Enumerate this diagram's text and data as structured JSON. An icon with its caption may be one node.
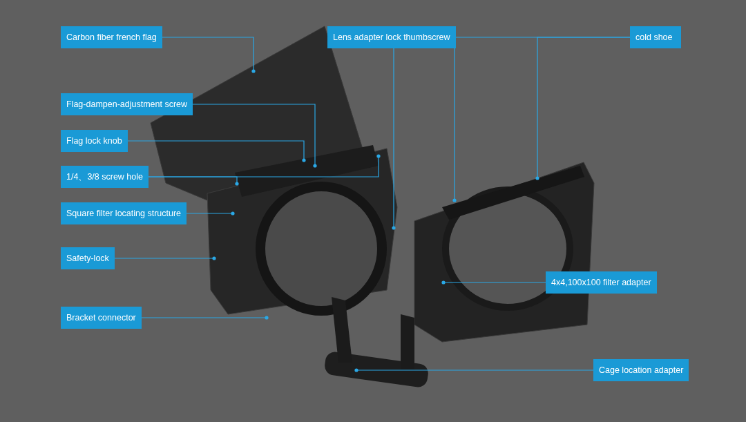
{
  "diagram": {
    "nodes": [
      {
        "text": [
          "Carbon fiber french flag"
        ]
      },
      {
        "text": [
          "Lens adapter lock thumbscrew"
        ]
      },
      {
        "text": [
          "cold shoe"
        ]
      },
      {
        "text": [
          "Flag-dampen-adjustment screw"
        ]
      },
      {
        "text": [
          "Flag lock knob"
        ]
      },
      {
        "text": [
          "1/4、3/8 screw hole"
        ]
      },
      {
        "text": [
          "Square filter locating structure"
        ]
      },
      {
        "text": [
          "Safety-lock"
        ]
      },
      {
        "text": [
          "Bracket connector"
        ]
      },
      {
        "text": [
          "4x4,100x100 filter adapter"
        ]
      },
      {
        "text": [
          "Cage location adapter"
        ]
      }
    ],
    "edges": [
      {
        "from": 0,
        "to": null,
        "arrow": "other"
      },
      {
        "from": 1,
        "to": null,
        "arrow": "other"
      },
      {
        "from": 2,
        "to": null,
        "arrow": "other"
      },
      {
        "from": 2,
        "to": null,
        "arrow": "other"
      },
      {
        "from": 3,
        "to": null,
        "arrow": "other"
      },
      {
        "from": 4,
        "to": null,
        "arrow": "other"
      },
      {
        "from": 5,
        "to": null,
        "arrow": "other"
      },
      {
        "from": 5,
        "to": null,
        "arrow": "other"
      },
      {
        "from": 6,
        "to": null,
        "arrow": "other"
      },
      {
        "from": 7,
        "to": null,
        "arrow": "other"
      },
      {
        "from": 8,
        "to": null,
        "arrow": "other"
      },
      {
        "from": 9,
        "to": null,
        "arrow": "other"
      },
      {
        "from": 10,
        "to": null,
        "arrow": "other"
      }
    ]
  }
}
